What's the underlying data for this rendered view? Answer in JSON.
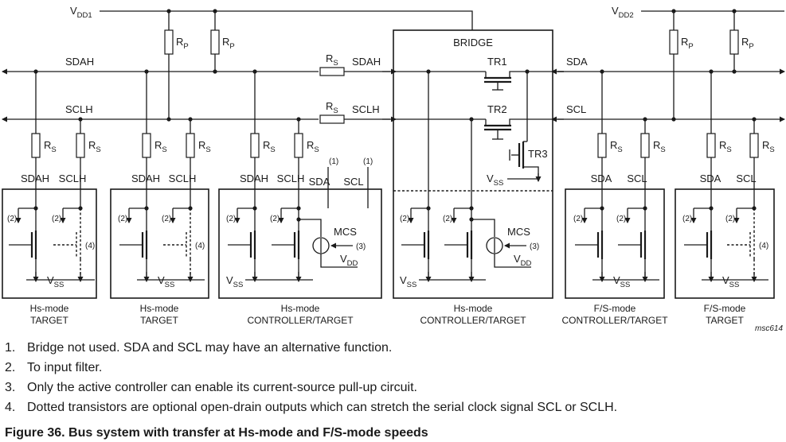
{
  "labels": {
    "vdd1": "V",
    "vdd1_sub": "DD1",
    "vdd2": "V",
    "vdd2_sub": "DD2",
    "rp": "R",
    "rp_sub": "P",
    "rs": "R",
    "rs_sub": "S",
    "vss": "V",
    "vss_sub": "SS",
    "vdd": "V",
    "vdd_sub": "DD",
    "sdah": "SDAH",
    "sclh": "SCLH",
    "sda": "SDA",
    "scl": "SCL",
    "bridge": "BRIDGE",
    "tr1": "TR1",
    "tr2": "TR2",
    "tr3": "TR3",
    "mcs": "MCS",
    "fn1": "(1)",
    "fn2": "(2)",
    "fn3": "(3)",
    "fn4": "(4)",
    "code": "msc614"
  },
  "devices": [
    {
      "line1": "Hs-mode",
      "line2": "TARGET"
    },
    {
      "line1": "Hs-mode",
      "line2": "TARGET"
    },
    {
      "line1": "Hs-mode",
      "line2": "CONTROLLER/TARGET"
    },
    {
      "line1": "Hs-mode",
      "line2": "CONTROLLER/TARGET"
    },
    {
      "line1": "F/S-mode",
      "line2": "CONTROLLER/TARGET"
    },
    {
      "line1": "F/S-mode",
      "line2": "TARGET"
    }
  ],
  "notes": [
    {
      "num": "1.",
      "text": "Bridge not used. SDA and SCL may have an alternative function."
    },
    {
      "num": "2.",
      "text": "To input filter."
    },
    {
      "num": "3.",
      "text": "Only the active controller can enable its current-source pull-up circuit."
    },
    {
      "num": "4.",
      "text": "Dotted transistors are optional open-drain outputs which can stretch the serial clock signal SCL or SCLH."
    }
  ],
  "figure_title": "Figure 36.  Bus system with transfer at Hs-mode and F/S-mode speeds"
}
